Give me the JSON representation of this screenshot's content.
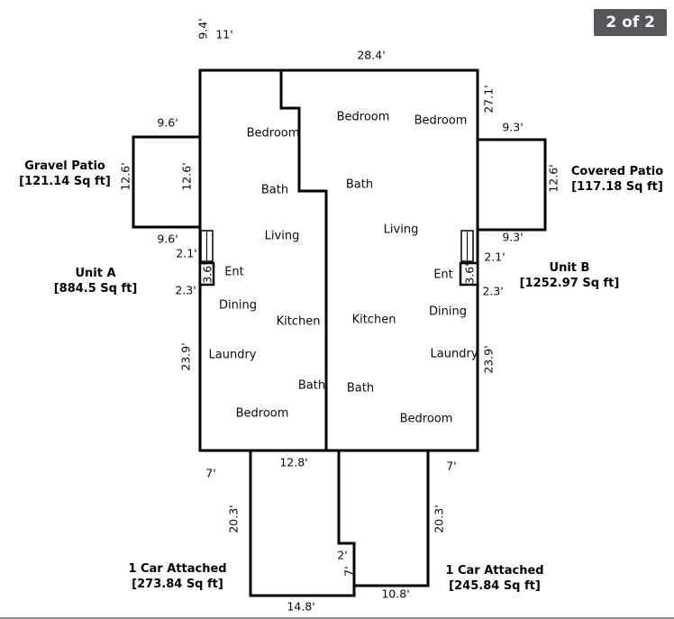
{
  "badge": {
    "label": "2 of 2"
  },
  "floorplan": {
    "areas": {
      "gravel_patio": {
        "name": "Gravel Patio",
        "area": "[121.14 Sq ft]"
      },
      "covered_patio": {
        "name": "Covered Patio",
        "area": "[117.18 Sq ft]"
      },
      "unit_a": {
        "name": "Unit A",
        "area": "[884.5 Sq ft]"
      },
      "unit_b": {
        "name": "Unit B",
        "area": "[1252.97 Sq ft]"
      },
      "garage_left": {
        "name": "1 Car Attached",
        "area": "[273.84 Sq ft]"
      },
      "garage_right": {
        "name": "1 Car Attached",
        "area": "[245.84 Sq ft]"
      }
    },
    "rooms": {
      "unit_a": {
        "bedroom_top": "Bedroom",
        "bath_upper": "Bath",
        "living": "Living",
        "ent": "Ent",
        "dining": "Dining",
        "kitchen": "Kitchen",
        "laundry": "Laundry",
        "bath_lower": "Bath",
        "bedroom_bottom": "Bedroom"
      },
      "unit_b": {
        "bedroom_left": "Bedroom",
        "bedroom_right": "Bedroom",
        "bath_upper": "Bath",
        "living": "Living",
        "ent": "Ent",
        "kitchen": "Kitchen",
        "dining": "Dining",
        "laundry": "Laundry",
        "bath_lower": "Bath",
        "bedroom_bottom": "Bedroom"
      }
    },
    "dims": {
      "top_step_v": "9.4'",
      "top_step_h": "11'",
      "top_width": "28.4'",
      "right_height": "27.1'",
      "patio_l_top": "9.6'",
      "patio_l_left": "12.6'",
      "patio_l_inner": "12.6'",
      "patio_l_bottom": "9.6'",
      "entry_a_top": "2.1'",
      "entry_a_mid": "3.6'",
      "entry_a_bottom": "2.3'",
      "wall_a_left": "23.9'",
      "patio_r_top": "9.3'",
      "patio_r_right": "12.6'",
      "patio_r_bottom": "9.3'",
      "entry_b_top": "2.1'",
      "entry_b_mid": "3.6'",
      "entry_b_bottom": "2.3'",
      "wall_b_right": "23.9'",
      "gap_left": "7'",
      "bottom_mid": "12.8'",
      "gap_right": "7'",
      "garage_l_height": "20.3'",
      "garage_r_height": "20.3'",
      "notch_w": "2'",
      "notch_h": "7'",
      "garage_l_width": "14.8'",
      "garage_r_width": "10.8'"
    }
  }
}
